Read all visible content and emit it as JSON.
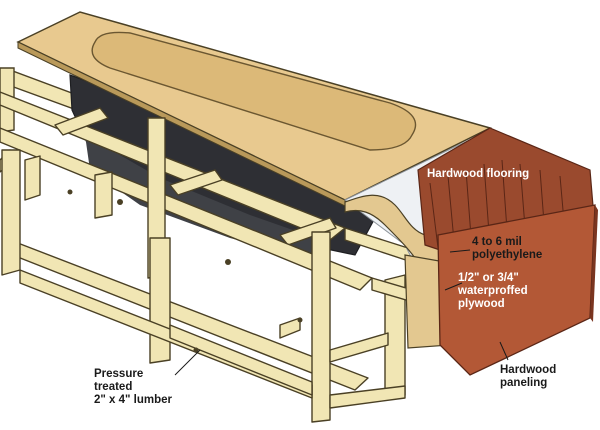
{
  "labels": {
    "hardwood_flooring": "Hardwood flooring",
    "poly_line1": "4 to 6 mil",
    "poly_line2": "polyethylene",
    "plywood_line1": "1/2\" or 3/4\"",
    "plywood_line2": "waterproffed",
    "plywood_line3": "plywood",
    "paneling_line1": "Hardwood",
    "paneling_line2": "paneling",
    "lumber_line1": "Pressure",
    "lumber_line2": "treated",
    "lumber_line3": "2\" x 4\" lumber"
  },
  "colors": {
    "lumber": "#f1e6b4",
    "lumber_shade": "#d8c98c",
    "outline": "#4a4025",
    "tub_top": "#e8c98f",
    "tub_inner": "#dcb978",
    "tub_body": "#2e2f34",
    "tub_shadow": "#55575c",
    "flooring": "#9a4a2e",
    "flooring_dark": "#7a3520",
    "paneling": "#b35836",
    "plywood": "#e3c890",
    "poly": "#eef1f4"
  }
}
